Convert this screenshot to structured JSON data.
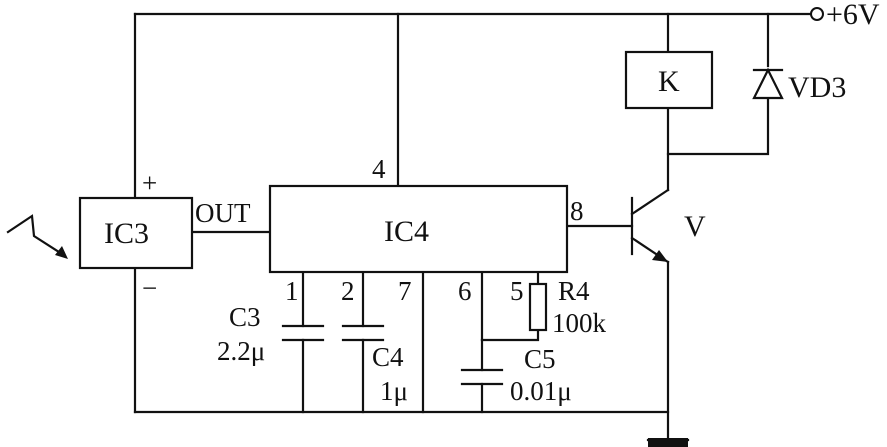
{
  "supply": {
    "label": "+6V"
  },
  "ic3": {
    "label": "IC3",
    "plus": "+",
    "minus": "−",
    "out": "OUT"
  },
  "ic4": {
    "label": "IC4",
    "pins": {
      "p1": "1",
      "p2": "2",
      "p4": "4",
      "p5": "5",
      "p6": "6",
      "p7": "7",
      "p8": "8"
    }
  },
  "relay": {
    "label": "K"
  },
  "diode": {
    "label": "VD3"
  },
  "transistor": {
    "label": "V"
  },
  "c3": {
    "name": "C3",
    "value": "2.2μ"
  },
  "c4": {
    "name": "C4",
    "value": "1μ"
  },
  "c5": {
    "name": "C5",
    "value": "0.01μ"
  },
  "r4": {
    "name": "R4",
    "value": "100k"
  }
}
